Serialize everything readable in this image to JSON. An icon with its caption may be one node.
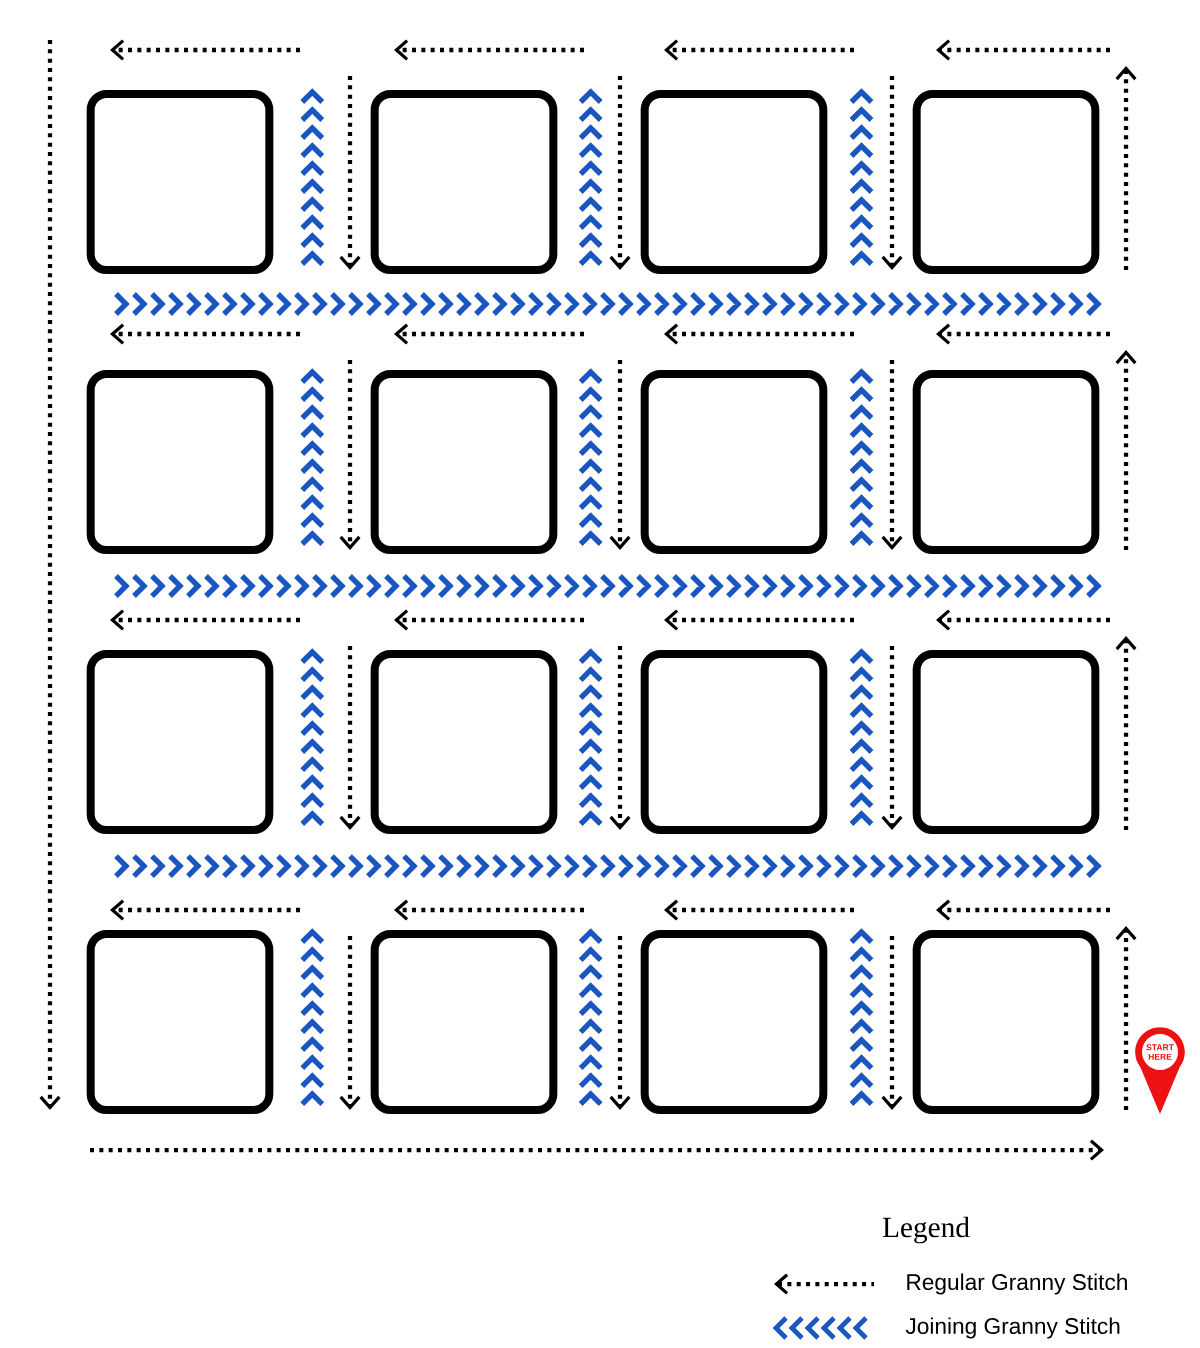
{
  "diagram": {
    "nodes": [
      {
        "text": [],
        "shape": "box"
      },
      {
        "text": [],
        "shape": "box"
      },
      {
        "text": [],
        "shape": "box"
      },
      {
        "text": [],
        "shape": "box"
      },
      {
        "text": [],
        "shape": "box"
      },
      {
        "text": [],
        "shape": "box"
      },
      {
        "text": [],
        "shape": "box"
      },
      {
        "text": [],
        "shape": "box"
      },
      {
        "text": [],
        "shape": "box"
      },
      {
        "text": [],
        "shape": "box"
      },
      {
        "text": [],
        "shape": "box"
      },
      {
        "text": [],
        "shape": "box"
      },
      {
        "text": [],
        "shape": "box"
      },
      {
        "text": [],
        "shape": "box"
      },
      {
        "text": [],
        "shape": "box"
      },
      {
        "text": [],
        "shape": "box"
      },
      {
        "text": [
          "START HERE"
        ]
      }
    ],
    "edges": [
      {
        "from": 0,
        "to": 1,
        "arrow": "none"
      },
      {
        "from": 1,
        "to": 2,
        "arrow": "none"
      },
      {
        "from": 2,
        "to": 3,
        "arrow": "none"
      },
      {
        "from": 4,
        "to": 5,
        "arrow": "none"
      },
      {
        "from": 5,
        "to": 6,
        "arrow": "none"
      },
      {
        "from": 6,
        "to": 7,
        "arrow": "none"
      },
      {
        "from": 8,
        "to": 9,
        "arrow": "none"
      },
      {
        "from": 9,
        "to": 10,
        "arrow": "none"
      },
      {
        "from": 10,
        "to": 11,
        "arrow": "none"
      },
      {
        "from": 12,
        "to": 13,
        "arrow": "none"
      },
      {
        "from": 13,
        "to": 14,
        "arrow": "none"
      },
      {
        "from": 14,
        "to": 15,
        "arrow": "none"
      }
    ],
    "labels": [
      "Legend"
    ],
    "legend": [
      {
        "text": "Regular Granny Stitch"
      },
      {
        "text": "Joining Granny Stitch"
      }
    ]
  }
}
